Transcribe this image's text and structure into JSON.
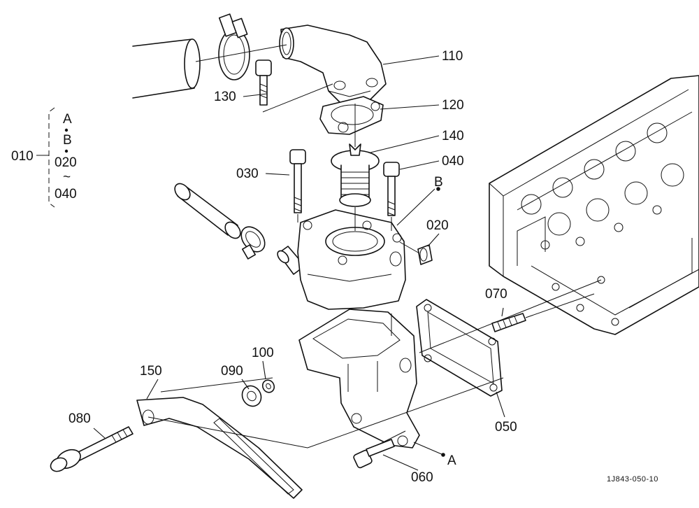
{
  "callouts": {
    "p010": "010",
    "p020": "020",
    "p030": "030",
    "p040": "040",
    "p050": "050",
    "p060": "060",
    "p070": "070",
    "p080": "080",
    "p090": "090",
    "p100": "100",
    "p110": "110",
    "p120": "120",
    "p130": "130",
    "p140": "140",
    "p150": "150"
  },
  "references": {
    "a": "A",
    "b": "B"
  },
  "kit": {
    "line1": "A",
    "line2": "B",
    "line3": "020",
    "line4": "~",
    "line5": "040"
  },
  "figure_code": "1J843-050-10"
}
